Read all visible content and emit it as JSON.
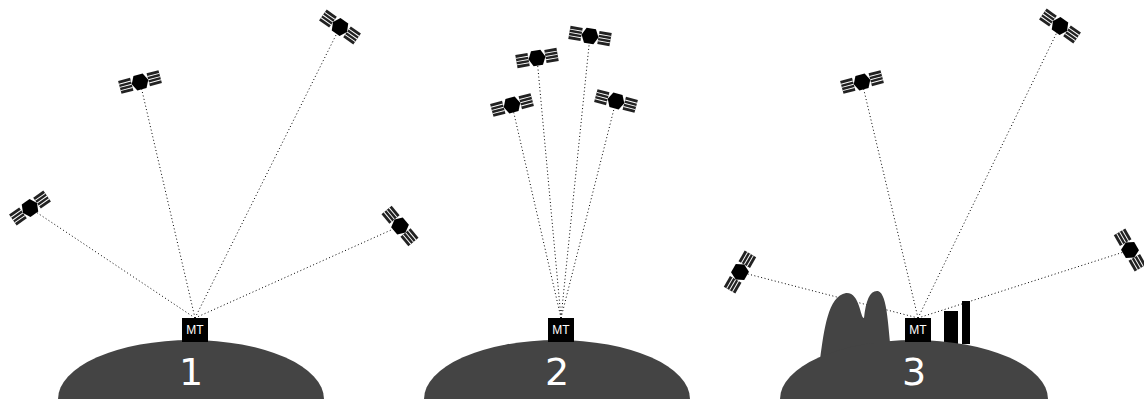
{
  "diagram": {
    "nodes": [
      {
        "text": [
          "MT"
        ]
      },
      {
        "text": [
          "1"
        ]
      },
      {
        "text": [
          "MT"
        ]
      },
      {
        "text": [
          "2"
        ]
      },
      {
        "text": [
          "MT"
        ]
      },
      {
        "text": [
          "3"
        ]
      }
    ]
  }
}
